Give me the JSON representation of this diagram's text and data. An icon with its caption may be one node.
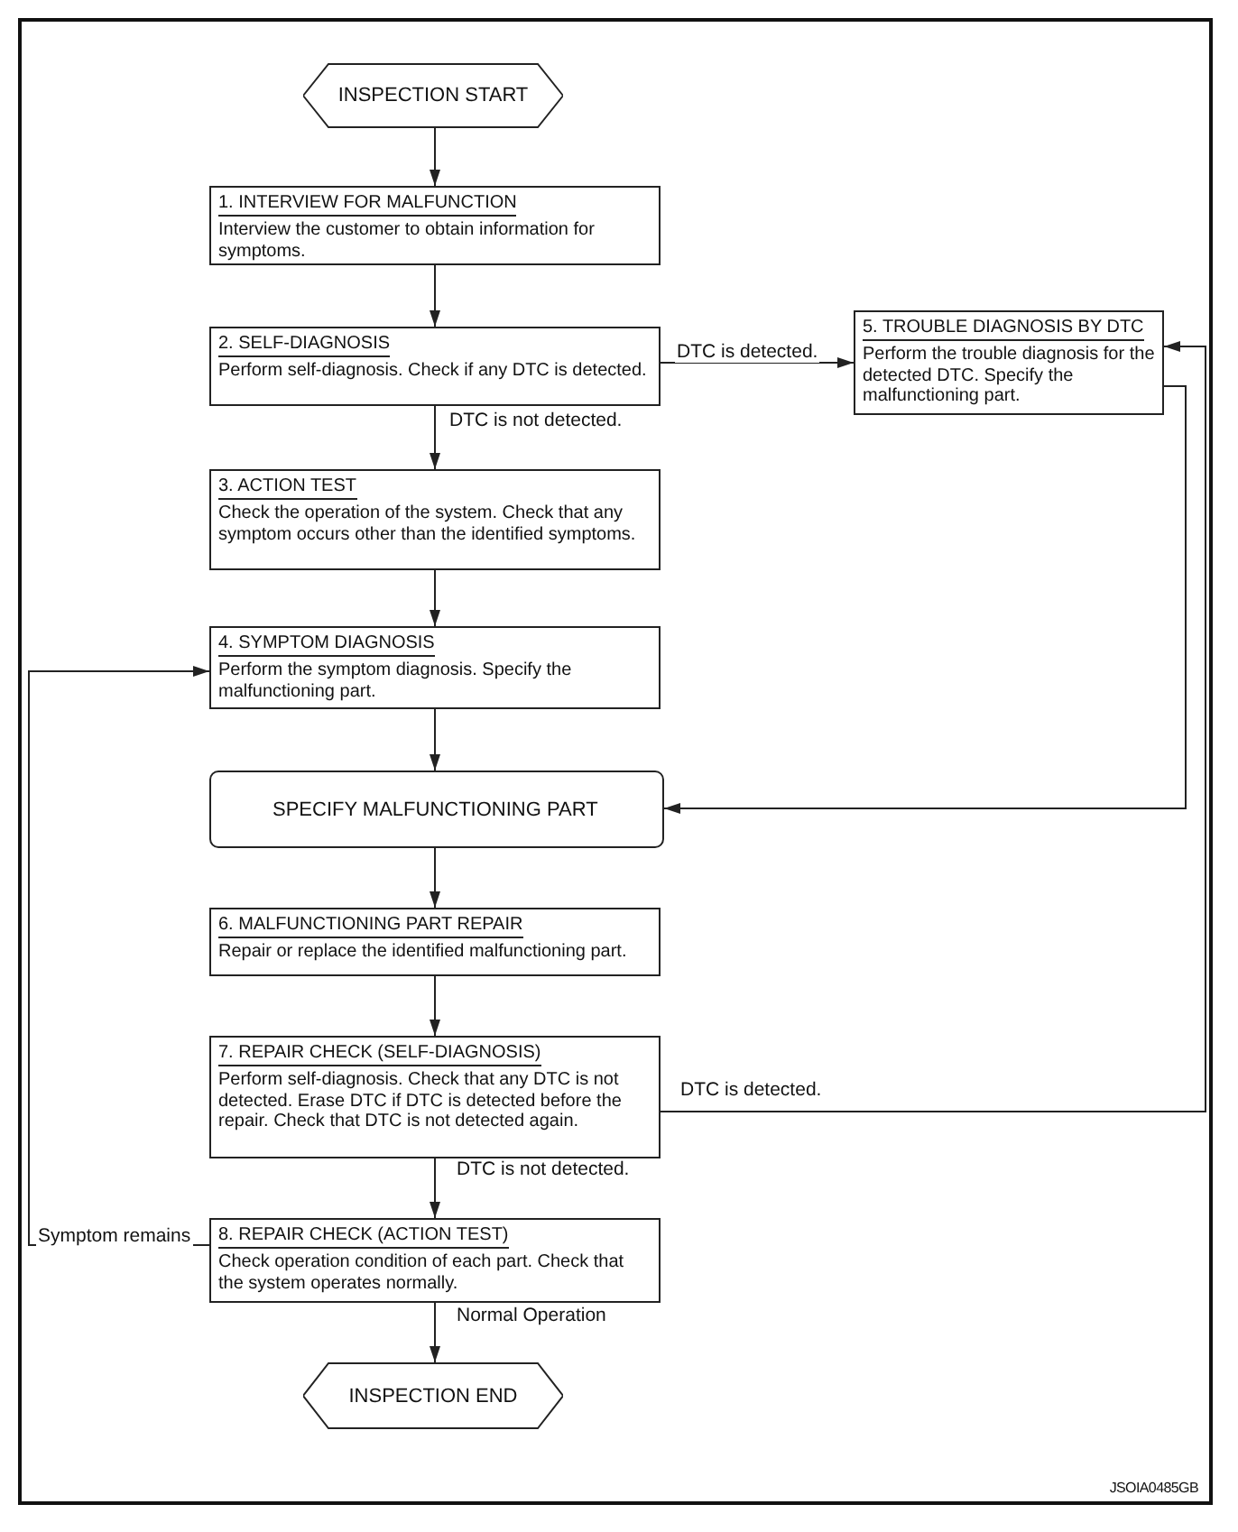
{
  "diagram": {
    "nodes": [
      {
        "text": [
          "INSPECTION START"
        ]
      },
      {
        "text": [
          "1. INTERVIEW FOR MALFUNCTION",
          "Interview the customer to obtain information for symptoms."
        ]
      },
      {
        "text": [
          "2. SELF-DIAGNOSIS",
          "Perform self-diagnosis. Check if any DTC is detected."
        ]
      },
      {
        "text": [
          "5. TROUBLE DIAGNOSIS BY DTC",
          "Perform the trouble diagnosis for the detected DTC. Specify the malfunctioning part."
        ]
      },
      {
        "text": [
          "3. ACTION TEST",
          "Check the operation of the system. Check that any symptom occurs other than the identified symptoms."
        ]
      },
      {
        "text": [
          "4. SYMPTOM DIAGNOSIS",
          "Perform the symptom diagnosis. Specify the malfunctioning part."
        ]
      },
      {
        "text": [
          "SPECIFY MALFUNCTIONING PART"
        ]
      },
      {
        "text": [
          "6. MALFUNCTIONING PART REPAIR",
          "Repair or replace the identified malfunctioning part."
        ]
      },
      {
        "text": [
          "7. REPAIR CHECK (SELF-DIAGNOSIS)",
          "Perform self-diagnosis. Check that any DTC is not detected. Erase DTC if DTC is detected before the repair. Check that DTC is not detected again."
        ]
      },
      {
        "text": [
          "8. REPAIR CHECK (ACTION TEST)",
          "Check operation condition of each part. Check that the system operates normally."
        ]
      },
      {
        "text": [
          "INSPECTION END"
        ]
      }
    ],
    "edges": [
      {
        "from": 0,
        "to": 1,
        "arrow": "to"
      },
      {
        "from": 1,
        "to": 2,
        "arrow": "to"
      },
      {
        "from": 2,
        "to": 3,
        "arrow": "to",
        "label": "DTC is detected."
      },
      {
        "from": 2,
        "to": 4,
        "arrow": "to",
        "label": "DTC is not detected."
      },
      {
        "from": 4,
        "to": 5,
        "arrow": "to"
      },
      {
        "from": 5,
        "to": 6,
        "arrow": "to"
      },
      {
        "from": 3,
        "to": 6,
        "arrow": "to"
      },
      {
        "from": 6,
        "to": 7,
        "arrow": "to"
      },
      {
        "from": 7,
        "to": 8,
        "arrow": "to"
      },
      {
        "from": 8,
        "to": 3,
        "arrow": "to",
        "label": "DTC is detected."
      },
      {
        "from": 8,
        "to": 9,
        "arrow": "to",
        "label": "DTC is not detected."
      },
      {
        "from": 9,
        "to": 5,
        "arrow": "to",
        "label": "Symptom remains"
      },
      {
        "from": 9,
        "to": 10,
        "arrow": "to",
        "label": "Normal Operation"
      }
    ],
    "labels": [
      "JSOIA0485GB"
    ]
  }
}
